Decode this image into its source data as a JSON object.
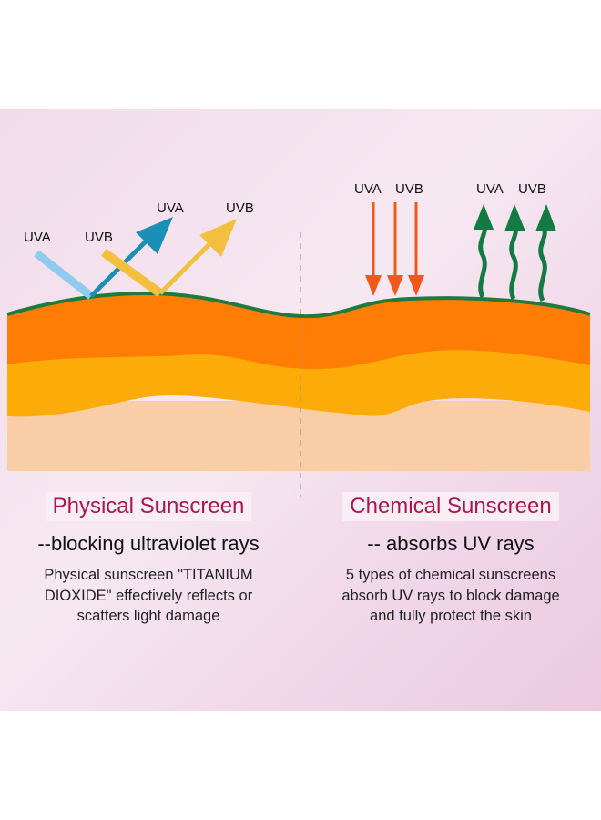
{
  "colors": {
    "skin_top": "#ff7d05",
    "skin_mid": "#fdab08",
    "skin_base": "#f9cda6",
    "surface_line": "#1f7a3c",
    "uva_physical": "#8fcbef",
    "uva_reflected": "#1a8fb8",
    "uvb": "#f3bf3e",
    "absorbed": "#f2581a",
    "released": "#137a43",
    "title": "#a8174f"
  },
  "physical": {
    "labels": {
      "uva_in": "UVA",
      "uvb_in": "UVB",
      "uva_out": "UVA",
      "uvb_out": "UVB"
    },
    "title": "Physical Sunscreen",
    "subtitle": "--blocking ultraviolet rays",
    "description": [
      "Physical sunscreen \"TITANIUM",
      "DIOXIDE\" effectively reflects or",
      "scatters light damage"
    ]
  },
  "chemical": {
    "labels": {
      "uva_in": "UVA",
      "uvb_in": "UVB",
      "uva_out": "UVA",
      "uvb_out": "UVB"
    },
    "title": "Chemical Sunscreen",
    "subtitle": "-- absorbs UV rays",
    "description": [
      "5 types of chemical sunscreens",
      "absorb UV rays to block damage",
      "and fully protect the skin"
    ]
  }
}
